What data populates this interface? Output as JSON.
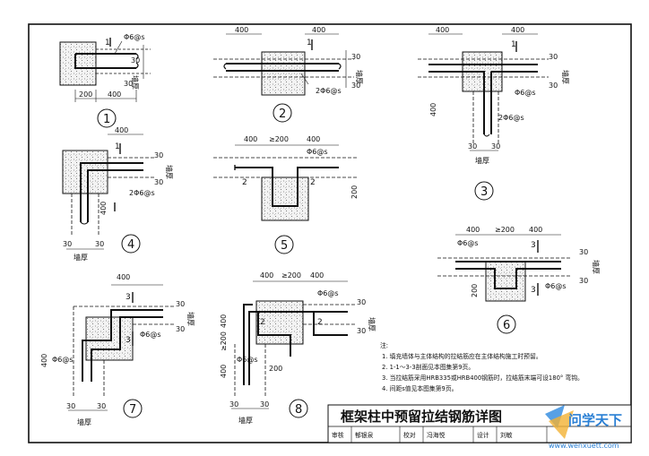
{
  "diagram": {
    "details": [
      {
        "number": "1",
        "dims": [
          "200",
          "400"
        ],
        "labels": [
          "1",
          "Φ6@s",
          "30",
          "墙厚",
          "30"
        ]
      },
      {
        "number": "2",
        "dims": [
          "400",
          "400"
        ],
        "labels": [
          "1",
          "30",
          "墙厚",
          "30",
          "2Φ6@s"
        ]
      },
      {
        "number": "3",
        "dims": [
          "400",
          "400",
          "30",
          "30"
        ],
        "labels": [
          "1",
          "30",
          "墙厚",
          "30",
          "Φ6@s",
          "2Φ6@s",
          "墙厚"
        ]
      },
      {
        "number": "4",
        "dims": [
          "400",
          "400",
          "30",
          "30"
        ],
        "labels": [
          "1",
          "30",
          "墙厚",
          "30",
          "2Φ6@s",
          "墙厚"
        ]
      },
      {
        "number": "5",
        "dims": [
          "400",
          "≥200",
          "400",
          "200"
        ],
        "labels": [
          "2",
          "2",
          "Φ6@s"
        ]
      },
      {
        "number": "6",
        "dims": [
          "400",
          "≥200",
          "400",
          "200"
        ],
        "labels": [
          "3",
          "Φ6@s",
          "30",
          "墙厚",
          "30",
          "3",
          "Φ6@s"
        ]
      },
      {
        "number": "7",
        "dims": [
          "400",
          "400",
          "30",
          "30"
        ],
        "labels": [
          "3",
          "30",
          "墙厚",
          "30",
          "Φ6@s",
          "3",
          "Φ6@s",
          "墙厚"
        ]
      },
      {
        "number": "8",
        "dims": [
          "400",
          "≥200",
          "400",
          "400",
          "≥200",
          "400",
          "200",
          "30",
          "30"
        ],
        "labels": [
          "Φ6@s",
          "2",
          "2",
          "30",
          "墙厚",
          "30",
          "Φ6@s",
          "墙厚"
        ]
      }
    ],
    "notes": {
      "heading": "注:",
      "items": [
        "1. 填充墙体与主体结构的拉结筋应在主体结构施工时预留。",
        "2. 1-1～3-3剖面见本图集第9页。",
        "3. 当拉结筋采用HRB335或HRB400钢筋时，拉结筋末端可设180° 弯钩。",
        "4. 间距s值见本图集第9页。"
      ]
    },
    "title": "框架柱中预留拉结钢筋详图",
    "titleblock": [
      "审核",
      "郁银泉",
      "校对",
      "冯海悦",
      "设计",
      "刘敏"
    ],
    "watermark": {
      "brand": "问学天下",
      "url": "www.wenxuett.com"
    }
  }
}
